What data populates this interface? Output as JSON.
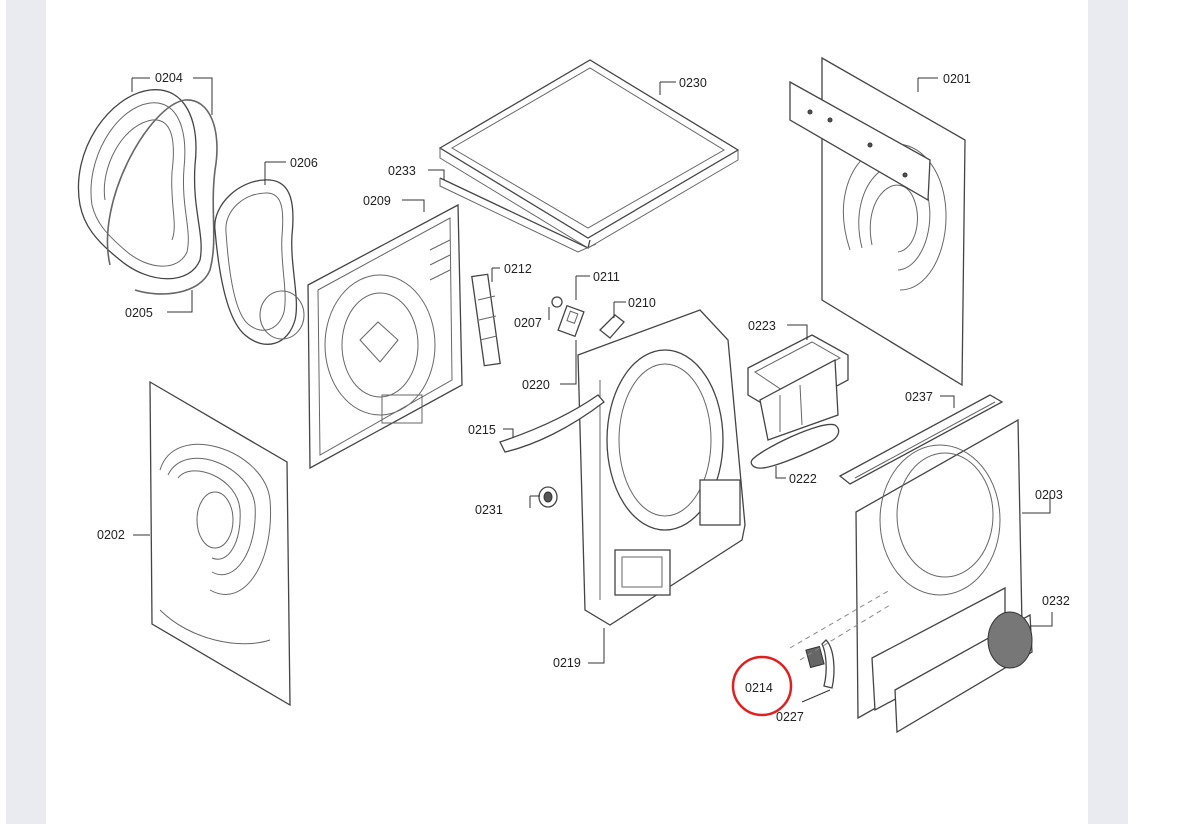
{
  "diagram": {
    "labels": {
      "p0204": "0204",
      "p0206": "0206",
      "p0205": "0205",
      "p0233": "0233",
      "p0230": "0230",
      "p0209": "0209",
      "p0201": "0201",
      "p0212": "0212",
      "p0211": "0211",
      "p0207": "0207",
      "p0210": "0210",
      "p0220": "0220",
      "p0223": "0223",
      "p0237": "0237",
      "p0215": "0215",
      "p0222": "0222",
      "p0231": "0231",
      "p0203": "0203",
      "p0202": "0202",
      "p0232": "0232",
      "p0219": "0219",
      "p0214": "0214",
      "p0227": "0227"
    },
    "highlight": {
      "part": "0214",
      "color": "#e02020"
    },
    "colors": {
      "background": "#e9ebf0",
      "panel": "#ffffff",
      "line": "#333333"
    }
  }
}
